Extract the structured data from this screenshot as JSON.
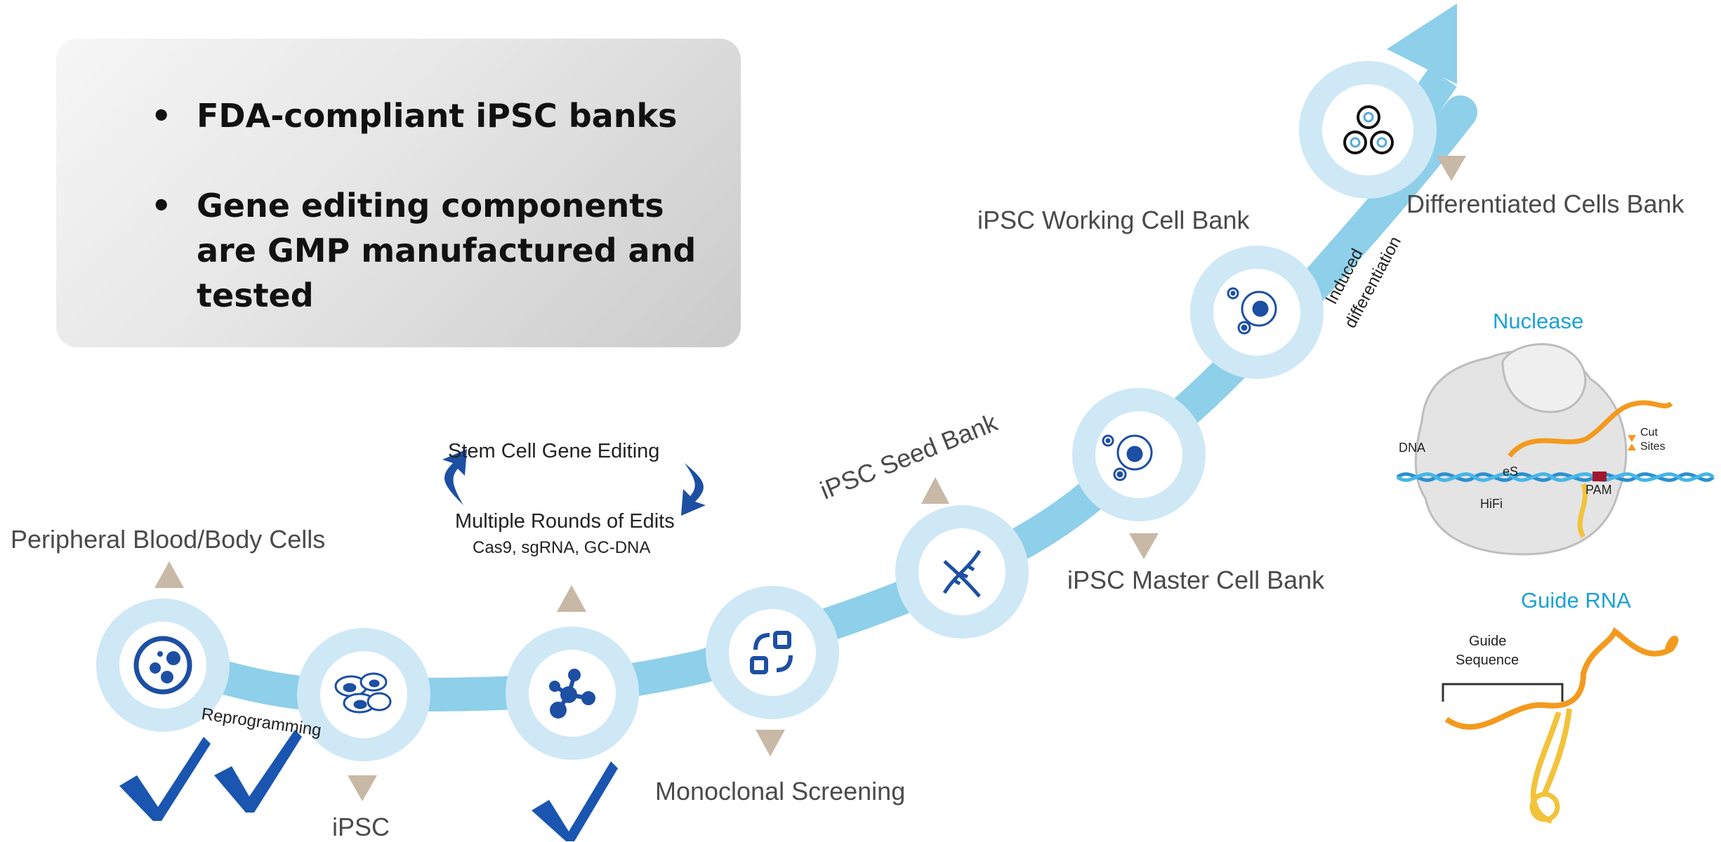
{
  "callout": {
    "bullets": [
      "FDA-compliant iPSC banks",
      "Gene editing components are GMP manufactured and tested"
    ]
  },
  "stages": {
    "peripheral": "Peripheral Blood/Body Cells",
    "reprogramming": "Reprogramming",
    "ipsc": "iPSC",
    "gene_editing_title": "Stem Cell Gene Editing",
    "multiple_rounds": "Multiple Rounds of Edits",
    "components": "Cas9, sgRNA, GC-DNA",
    "monoclonal": "Monoclonal Screening",
    "seed_bank": "iPSC Seed Bank",
    "master_bank": "iPSC Master Cell Bank",
    "working_bank": "iPSC Working Cell Bank",
    "induced_line1": "Induced",
    "induced_line2": "differentiation",
    "differentiated": "Differentiated Cells Bank"
  },
  "nuclease": {
    "title": "Nuclease",
    "dna": "DNA",
    "es": "eS",
    "hifi": "HiFi",
    "pam": "PAM",
    "cut": "Cut",
    "sites": "Sites"
  },
  "guide_rna": {
    "title": "Guide RNA",
    "guide": "Guide",
    "sequence": "Sequence"
  },
  "colors": {
    "path": "#8ecfea",
    "ring": "#cfe8f6",
    "icon": "#1d4fa3",
    "marker": "#c8b8a6",
    "check": "#1a55b0",
    "rna_orange": "#f39a1e",
    "rna_yellow": "#f2c33a",
    "accent_blue": "#1ba1d6"
  }
}
